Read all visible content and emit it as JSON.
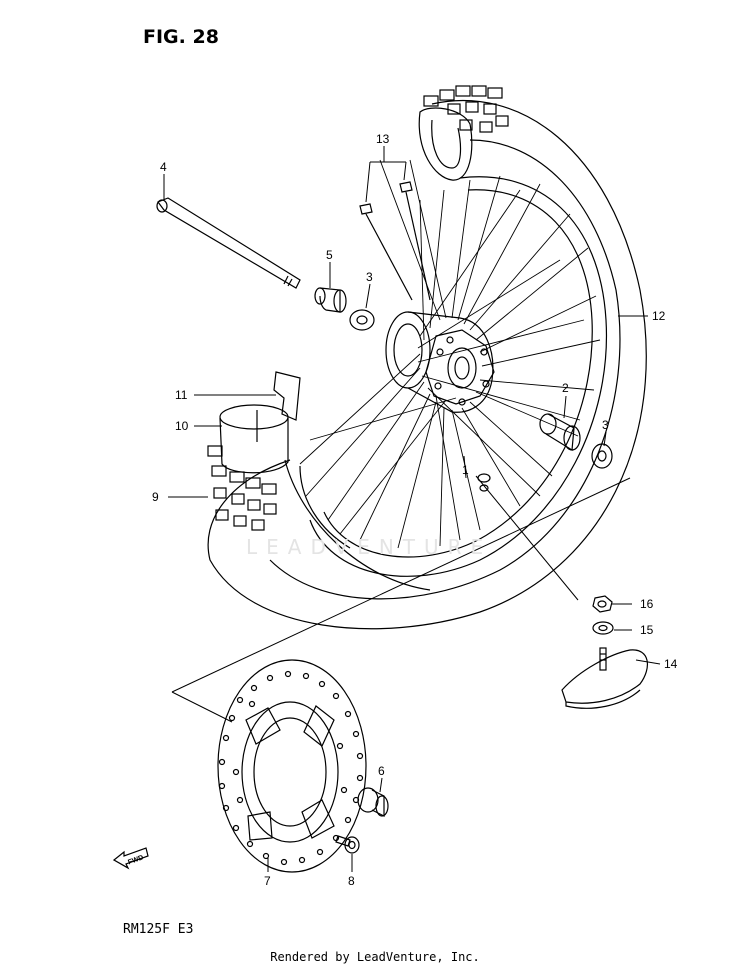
{
  "figure": {
    "title": "FIG. 28",
    "model": "RM125F  E3",
    "footer": "Rendered by LeadVenture, Inc.",
    "watermark": "LEADVENTURE"
  },
  "fwd_label": "FWD",
  "callouts": [
    "1",
    "2",
    "3",
    "3",
    "4",
    "5",
    "6",
    "7",
    "8",
    "9",
    "10",
    "11",
    "12",
    "13",
    "14",
    "15",
    "16"
  ],
  "parts": {
    "p1": "front-wheel-spoke",
    "p2": "wheel-collar-right",
    "p3": "oil-seal",
    "p4": "front-axle",
    "p5": "wheel-collar-left",
    "p6": "brake-disc-bolt-collar",
    "p7": "brake-disc",
    "p8": "disc-bolt",
    "p9": "front-tire",
    "p10": "inner-tube",
    "p11": "rim-band",
    "p12": "wheel-rim",
    "p13": "spoke-nipple-set",
    "p14": "rim-lock",
    "p15": "washer",
    "p16": "nut"
  }
}
